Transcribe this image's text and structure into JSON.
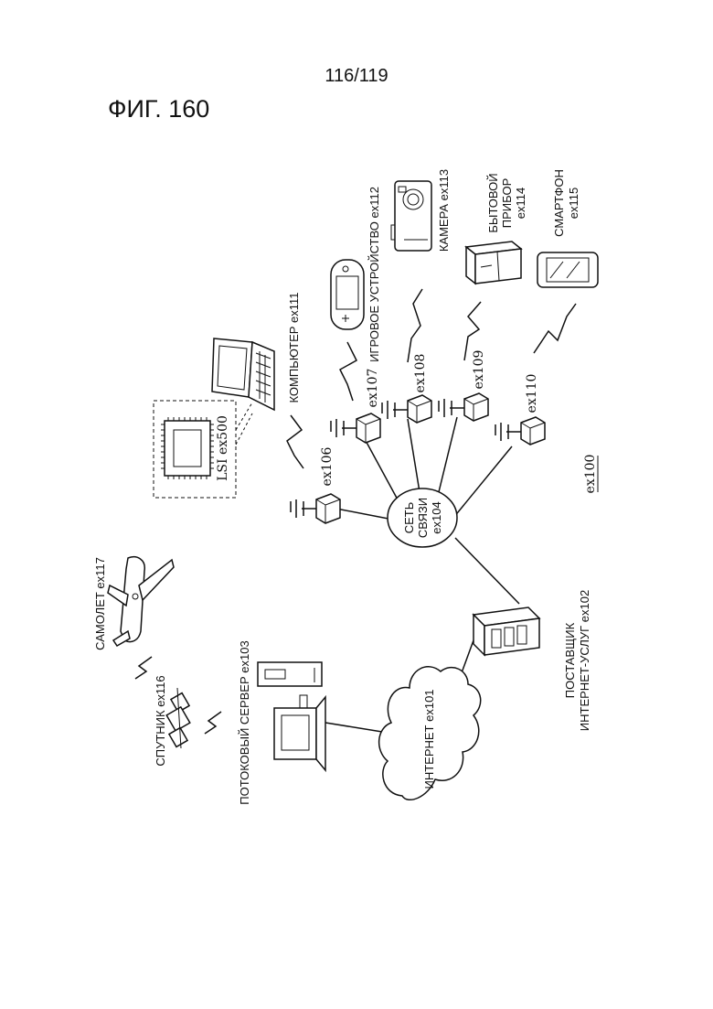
{
  "header": {
    "page_number": "116/119",
    "figure_title": "ФИГ. 160"
  },
  "diagram": {
    "system_code": "ex100",
    "network_line1": "СЕТЬ",
    "network_line2": "СВЯЗИ",
    "network_code": "ex104",
    "internet": "ИНТЕРНЕТ ex101",
    "isp_line1": "ПОСТАВЩИК",
    "isp_line2": "ИНТЕРНЕТ-УСЛУГ ex102",
    "streaming_server": "ПОТОКОВЫЙ СЕРВЕР ex103",
    "satellite": "СПУТНИК ex116",
    "airplane": "САМОЛЕТ ex117",
    "computer": "КОМПЬЮТЕР ex111",
    "lsi": "LSI ex500",
    "game_device": "ИГРОВОЕ УСТРОЙСТВО ex112",
    "camera": "КАМЕРА ex113",
    "appliance_line1": "БЫТОВОЙ",
    "appliance_line2": "ПРИБОР",
    "appliance_code": "ex114",
    "smartphone_line1": "СМАРТФОН",
    "smartphone_code": "ex115",
    "base_stations": [
      "ex106",
      "ex107",
      "ex108",
      "ex109",
      "ex110"
    ]
  }
}
